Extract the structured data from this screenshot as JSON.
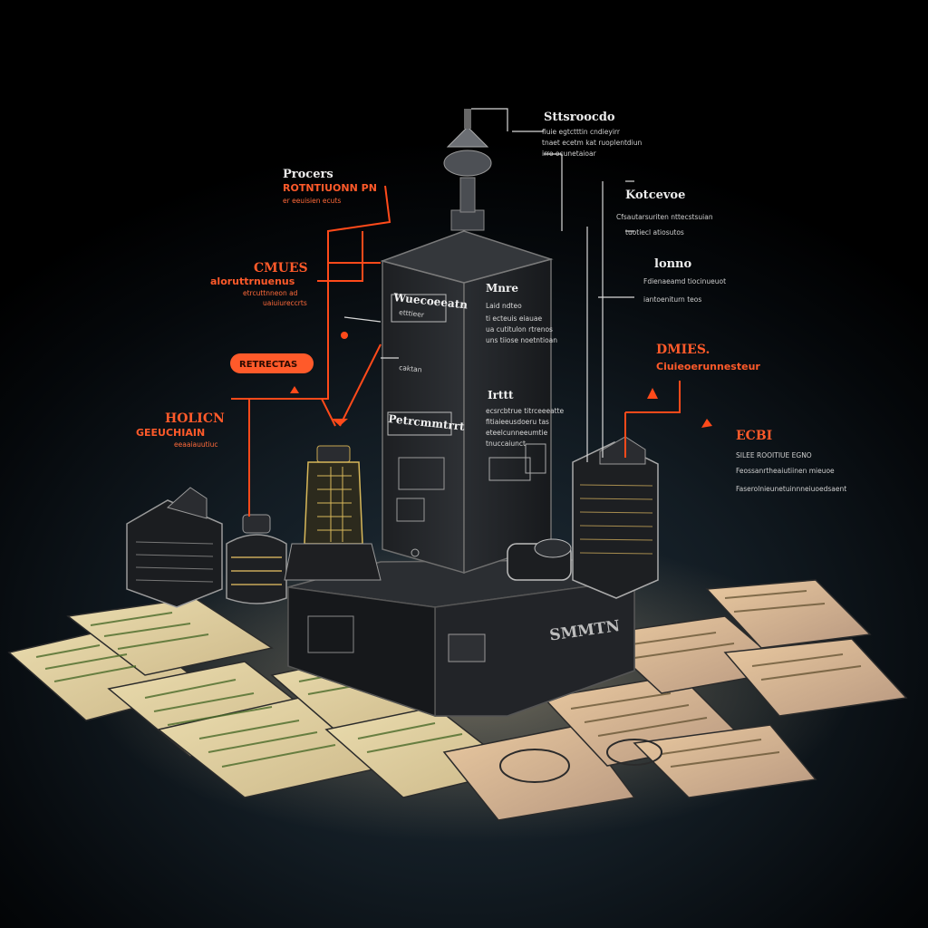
{
  "diagram": {
    "top_right_annotation": {
      "title": "Sttsroocdo",
      "lines": [
        "fiuie egtctttin cndieyirr",
        "tnaet ecetm kat ruoplentdiun",
        "irro ocunetaioar"
      ]
    },
    "left_top_annotation": {
      "title": "Procers",
      "subtitle": "ROTNTIUONN PN",
      "lines": [
        "er eeuisien ecuts"
      ]
    },
    "right_upper_annotation": {
      "title": "Kotcevoe",
      "lines": [
        "Cfsautarsuriten nttecstsuian",
        "tuotiecl atiosutos"
      ]
    },
    "left_mid_annotation": {
      "title": "CMUES",
      "subtitle": "aloruttrnuenus",
      "lines": [
        "etrcuttnneon ad",
        "uaiuiureccrts"
      ]
    },
    "right_mid_annotation": {
      "title": "lonno",
      "lines": [
        "Fdienaeamd tiocinueuot",
        "iantoeniturn teos"
      ]
    },
    "pill_label": "RETRECTAS",
    "right_red_annotation": {
      "title": "DMIES.",
      "subtitle": "Ciuieoerunnesteur"
    },
    "left_low_annotation": {
      "title": "HOLICN",
      "subtitle": "GEEUCHIAIN",
      "lines": [
        "eeaaiauutiuc"
      ]
    },
    "right_low_annotation": {
      "title": "ECBI",
      "lines": [
        "SILEE ROOITIUE EGNO",
        "Feossanrtheaiutiinen mieuoe",
        "Faserolnieunetuinnneiuoedsaent"
      ]
    },
    "tower_front": {
      "title": "Wuecoeeatn",
      "lines": [
        "etttieer",
        "caktan"
      ],
      "lower_text": "Petrcmmtrrt"
    },
    "tower_side_top": {
      "title": "Mnre",
      "lines": [
        "Laid ndteo",
        "ti ecteuis eiauae",
        "ua cutitulon rtrenos",
        "uns tiiose noetntioan"
      ]
    },
    "tower_side_mid": {
      "title": "Irttt",
      "lines": [
        "ecsrcbtrue titrceeeatte",
        "fitiaieeusdoeru tas",
        "eteelcunneeumtie",
        "tnuccaiunct"
      ]
    },
    "base_label": "SMMTN",
    "colors": {
      "accent_red": "#ff5a2a",
      "tower_dark": "#26282b",
      "paper": "#e8d6a8",
      "paper_ink": "#4a6b2a"
    }
  }
}
